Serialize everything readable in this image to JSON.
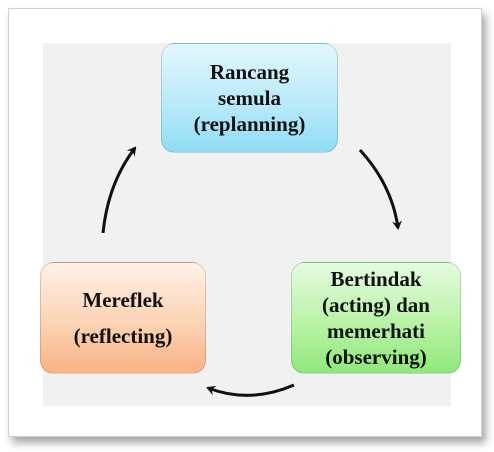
{
  "diagram": {
    "nodes": [
      {
        "id": "replanning",
        "lines": [
          "Rancang",
          "semula",
          "(replanning)"
        ],
        "color": "#b9eaf9"
      },
      {
        "id": "acting",
        "lines": [
          "Bertindak",
          "(acting) dan",
          "memerhati",
          "(observing)"
        ],
        "color": "#b8f3a6"
      },
      {
        "id": "reflecting",
        "lines": [
          "Mereflek",
          "(reflecting)"
        ],
        "color": "#fcd3b4"
      }
    ],
    "edges": [
      {
        "from": "replanning",
        "to": "acting"
      },
      {
        "from": "acting",
        "to": "reflecting"
      },
      {
        "from": "reflecting",
        "to": "replanning"
      }
    ]
  }
}
